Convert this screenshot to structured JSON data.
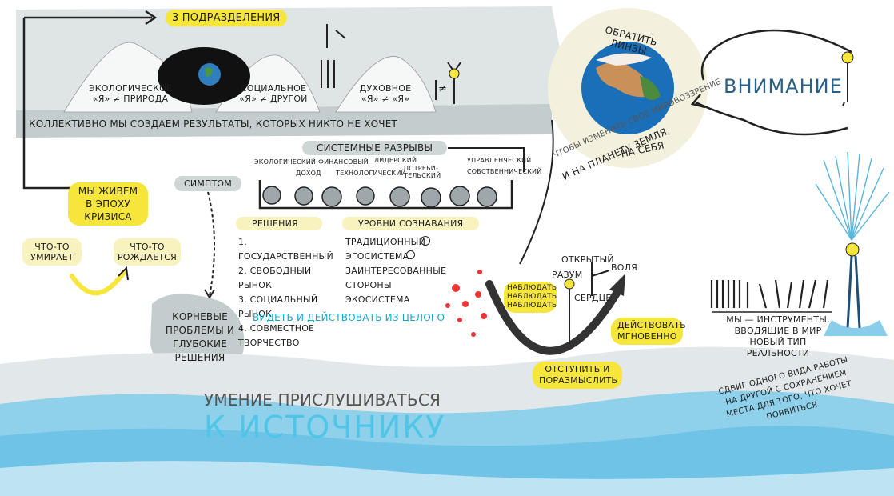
{
  "top_panel": {
    "title": "3 подразделения",
    "ecological_label": "экологическое",
    "ecological_formula": "«я» ≠ природа",
    "social_label": "социальное",
    "social_formula": "«я» ≠ другой",
    "spiritual_label": "духовное",
    "spiritual_formula": "«я» ≠ «я»",
    "neq_symbol": "≠",
    "collective_statement": "коллективно мы создаем результаты, которых никто не хочет"
  },
  "crisis": {
    "we_live": "мы живем в эпоху кризиса",
    "dying": "что-то умирает",
    "born": "что-то рождается",
    "symptom": "симптом",
    "roots": "корневые проблемы и глубокие решения"
  },
  "system_gaps": {
    "title": "системные разрывы",
    "labels": [
      "экологический",
      "доход",
      "финансовый",
      "технологический",
      "лидерский",
      "потреби-тельский",
      "управленческий",
      "собственнический"
    ]
  },
  "solutions": {
    "title": "решения",
    "items": [
      "1. государственный",
      "2. свободный рынок",
      "3. социальный рынок",
      "4. совместное творчество"
    ]
  },
  "awareness": {
    "title": "уровни сознавания",
    "items": [
      "традиционный",
      "эгосистема",
      "заинтересованные стороны",
      "экосистема"
    ]
  },
  "see_act": "видеть и действовать из целого",
  "u_process": {
    "observe": "наблюдать наблюдать наблюдать",
    "open": "открытый",
    "mind": "разум",
    "will": "воля",
    "heart": "сердце",
    "act_now": "действовать мгновенно",
    "retreat": "отступить и поразмыслить"
  },
  "globe": {
    "turn_lens": "обратить линзы",
    "on_self": "на себя",
    "and_planet": "и на планету земля,",
    "change_worldview": "чтобы изменить свое мировоззрение"
  },
  "attention": "внимание",
  "instruments": "мы — инструменты, вводящие в мир новый тип реальности",
  "shift": "сдвиг одного вида работы на другой с сохранением места для того, что хочет появиться",
  "listening": {
    "line1": "умение прислушиваться",
    "line2": "к источнику"
  },
  "colors": {
    "yellow": "#f6e53a",
    "grey": "#cfd6d6",
    "teal": "#1aa6c8",
    "navy": "#2a5f86"
  }
}
